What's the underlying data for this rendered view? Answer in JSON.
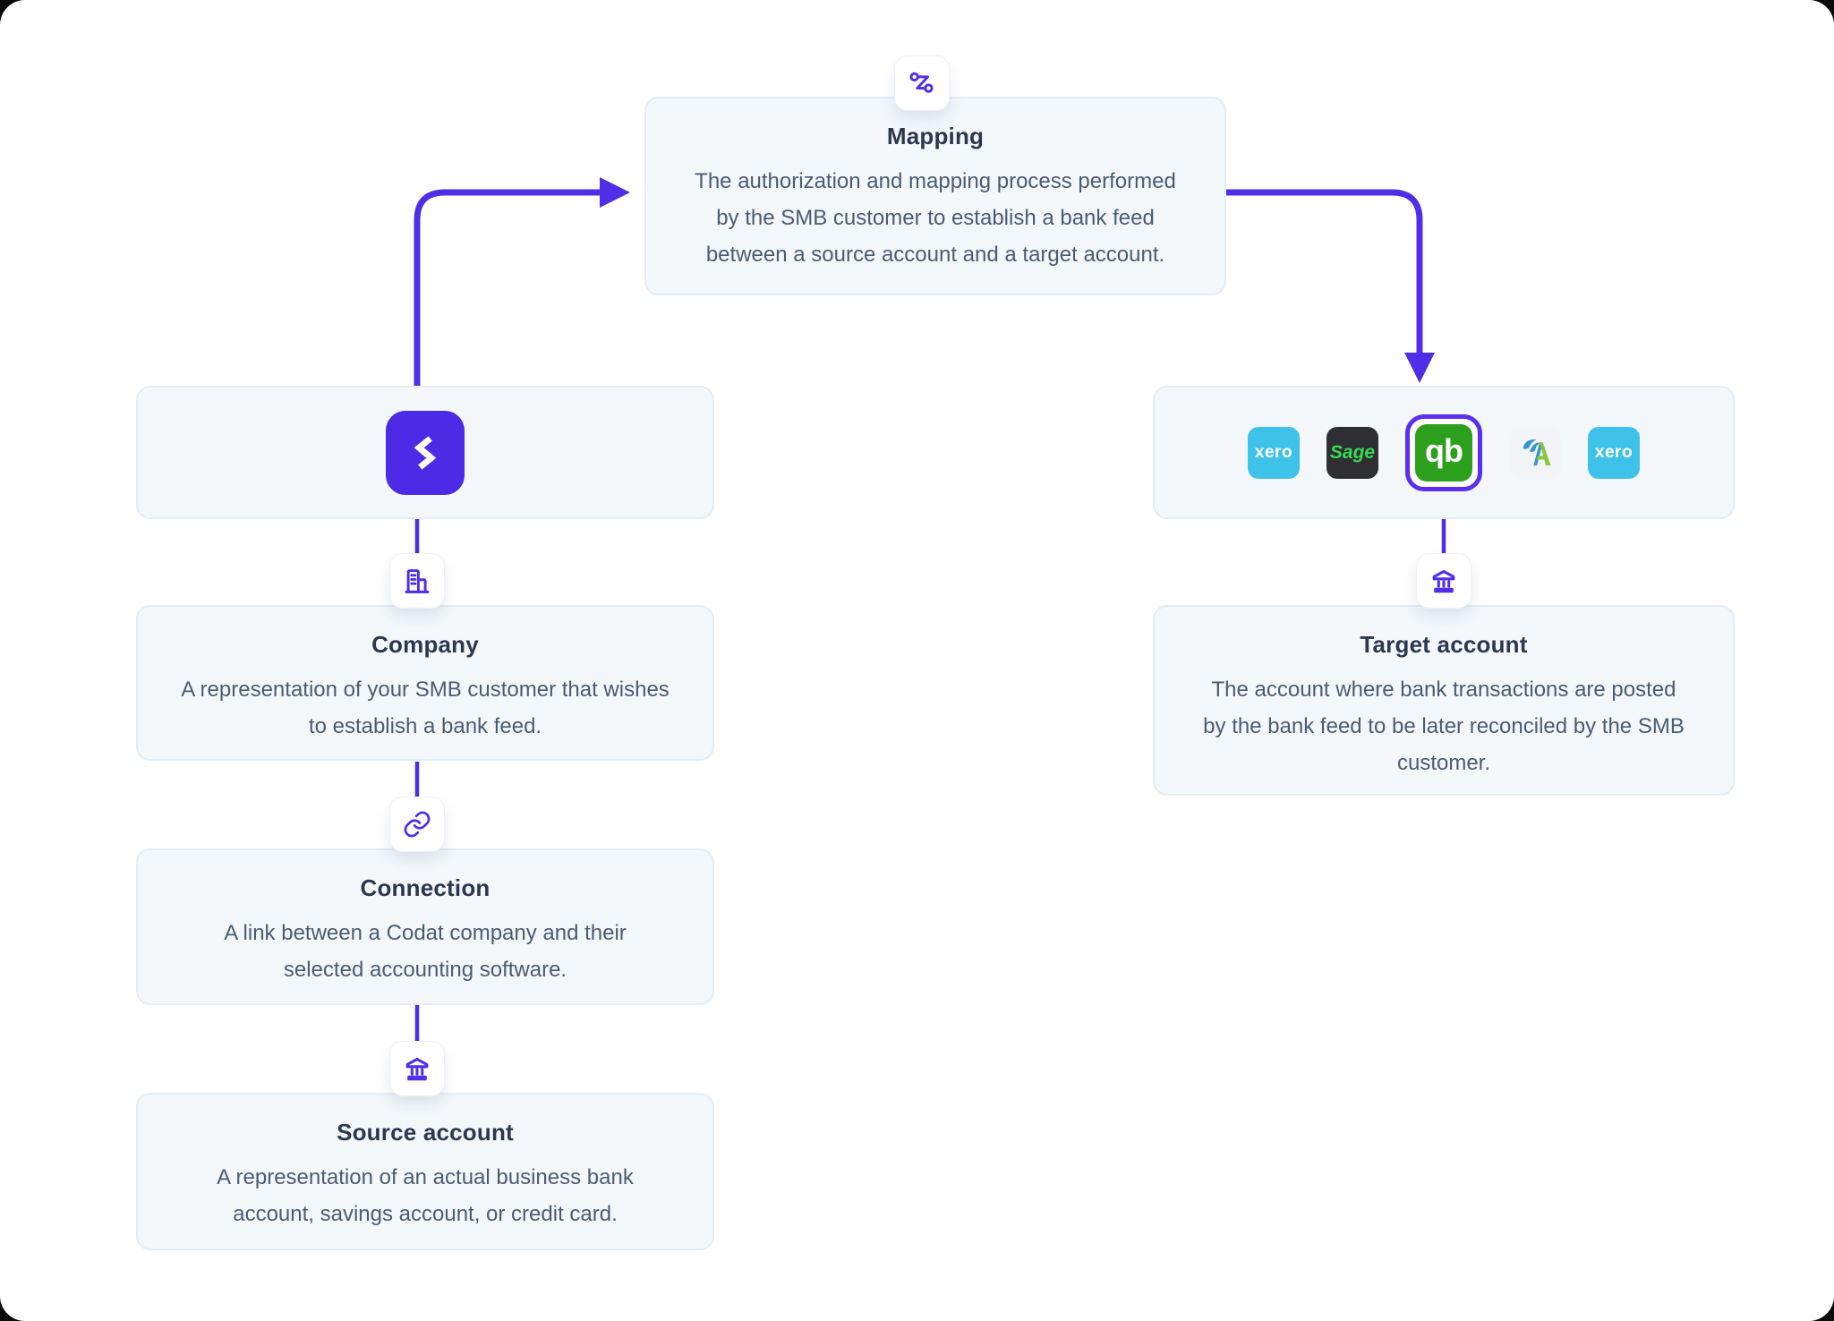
{
  "colors": {
    "accent_purple": "#4F2EE8",
    "card_background": "#F3F7FA",
    "card_border": "#E4ECF4",
    "title_text": "#2B3850",
    "body_text": "#4A5C74",
    "codat_tile": "#4B2BE5",
    "xero_background": "#3FC2EA",
    "sage_background": "#2F2F33",
    "sage_text": "#35D954",
    "quickbooks_background": "#2CA01C",
    "selection_ring": "#5B2EF0"
  },
  "nodes": {
    "mapping": {
      "title": "Mapping",
      "description": "The authorization and mapping process performed\nby the SMB customer to establish a bank feed\nbetween a source account and a target account.",
      "icon": "route-mapping-icon"
    },
    "company": {
      "title": "Company",
      "description": "A representation of your SMB customer that wishes\nto establish a bank feed.",
      "icon": "building-icon"
    },
    "connection": {
      "title": "Connection",
      "description": "A link between a Codat company and their\nselected accounting software.",
      "icon": "link-icon"
    },
    "source_account": {
      "title": "Source account",
      "description": "A representation of an actual business bank\naccount, savings account, or credit card.",
      "icon": "bank-icon"
    },
    "target_account": {
      "title": "Target account",
      "description": "The account where bank transactions are posted\nby the bank feed to be later reconciled by the SMB\ncustomer.",
      "icon": "bank-icon"
    },
    "codat_box": {
      "logo": "codat-logo"
    },
    "integrations": {
      "items": [
        {
          "name": "Xero",
          "label": "xero",
          "selected": false
        },
        {
          "name": "Sage",
          "label": "Sage",
          "selected": false
        },
        {
          "name": "QuickBooks",
          "label": "qb",
          "selected": true
        },
        {
          "name": "FreeAgent",
          "label": "",
          "selected": false
        },
        {
          "name": "Xero",
          "label": "xero",
          "selected": false
        }
      ]
    }
  }
}
